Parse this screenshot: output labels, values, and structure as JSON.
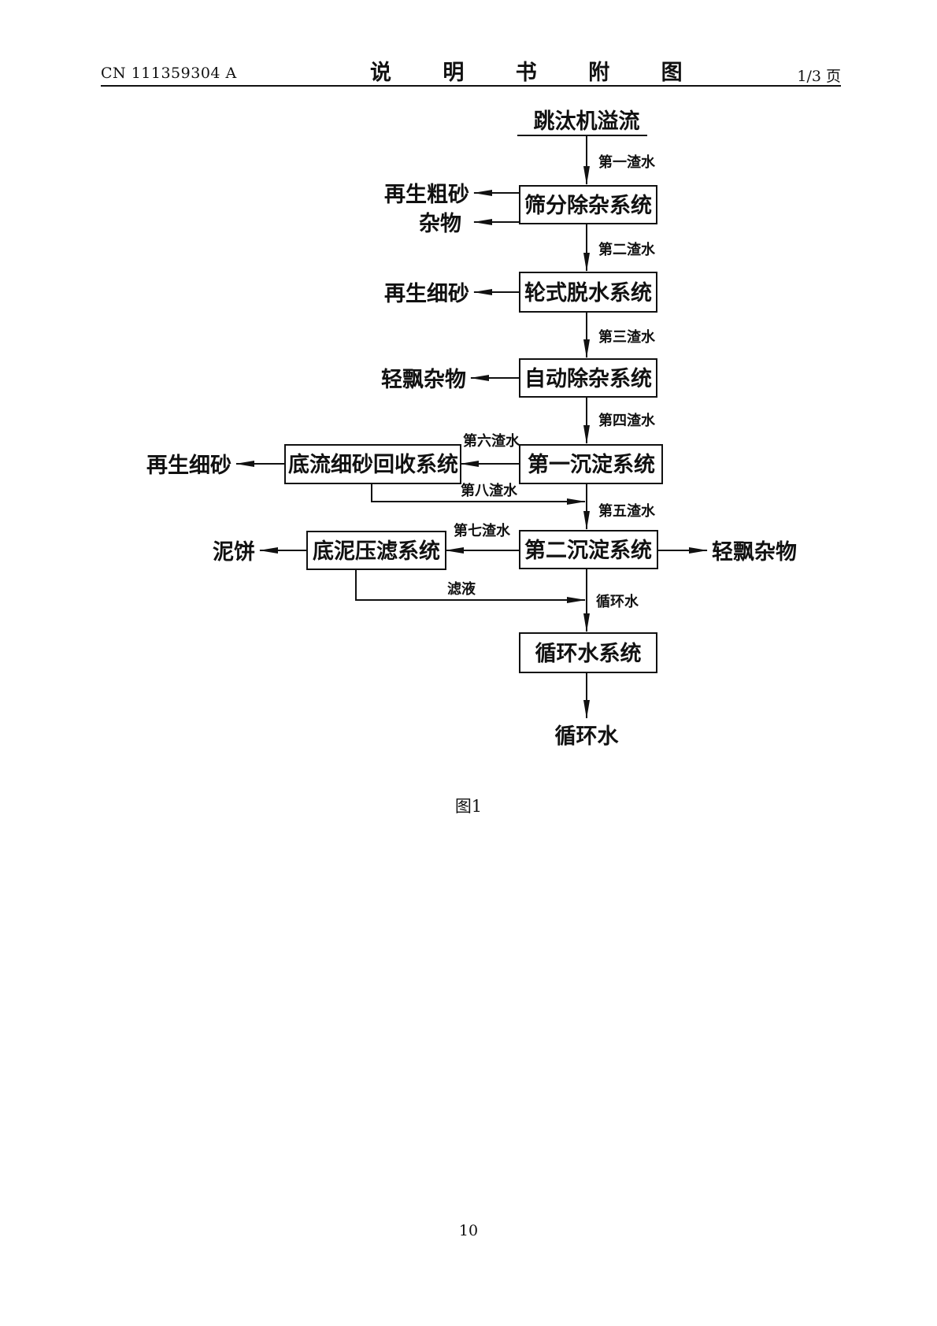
{
  "header": {
    "doc_number": "CN 111359304 A",
    "title": "说 明 书 附 图",
    "page": "1/3 页"
  },
  "diagram": {
    "source": "跳汰机溢流",
    "nodes": {
      "screening": "筛分除杂系统",
      "wheel_dewater": "轮式脱水系统",
      "auto_remove": "自动除杂系统",
      "settle1": "第一沉淀系统",
      "settle2": "第二沉淀系统",
      "circulation": "循环水系统",
      "underflow_recovery": "底流细砂回收系统",
      "sludge_filter": "底泥压滤系统"
    },
    "outputs": {
      "coarse_sand": "再生粗砂",
      "impurities": "杂物",
      "fine_sand_1": "再生细砂",
      "float_1": "轻飘杂物",
      "fine_sand_2": "再生细砂",
      "mud_cake": "泥饼",
      "float_2": "轻飘杂物",
      "circ_water_out": "循环水"
    },
    "edges": {
      "w1": "第一渣水",
      "w2": "第二渣水",
      "w3": "第三渣水",
      "w4": "第四渣水",
      "w5": "第五渣水",
      "w6": "第六渣水",
      "w7": "第七渣水",
      "w8": "第八渣水",
      "filtrate": "滤液",
      "circ_water": "循环水"
    }
  },
  "caption": "图1",
  "page_number": "10"
}
